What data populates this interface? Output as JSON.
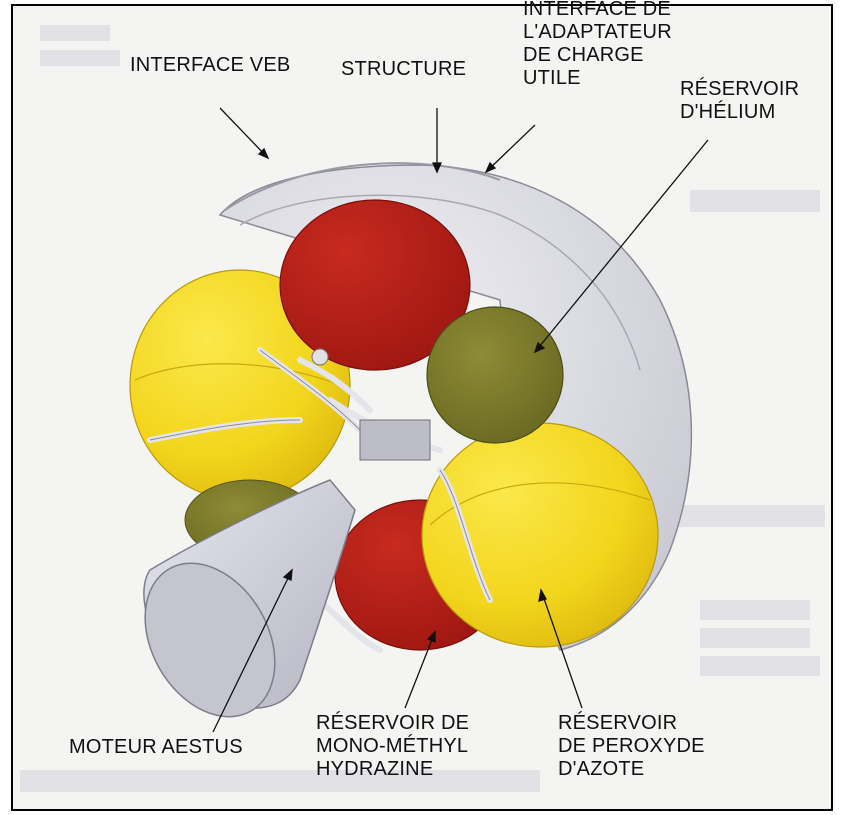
{
  "labels": {
    "interface_veb": "INTERFACE VEB",
    "structure": "STRUCTURE",
    "payload_adapter_interface": "INTERFACE DE\nL'ADAPTATEUR\nDE CHARGE\nUTILE",
    "helium_tank": "RÉSERVOIR\nD'HÉLIUM",
    "aestus_engine": "MOTEUR AESTUS",
    "mmh_tank": "RÉSERVOIR DE\nMONO-MÉTHYL\nHYDRAZINE",
    "n2o4_tank": "RÉSERVOIR\nDE PEROXYDE\nD'AZOTE"
  },
  "colors": {
    "oxidizer_tank": "#f2d51c",
    "fuel_tank": "#b51c14",
    "helium_tank": "#7a7a2a",
    "engine_and_structure": "#cfcfd8",
    "olive_tank": "#8a8730"
  }
}
